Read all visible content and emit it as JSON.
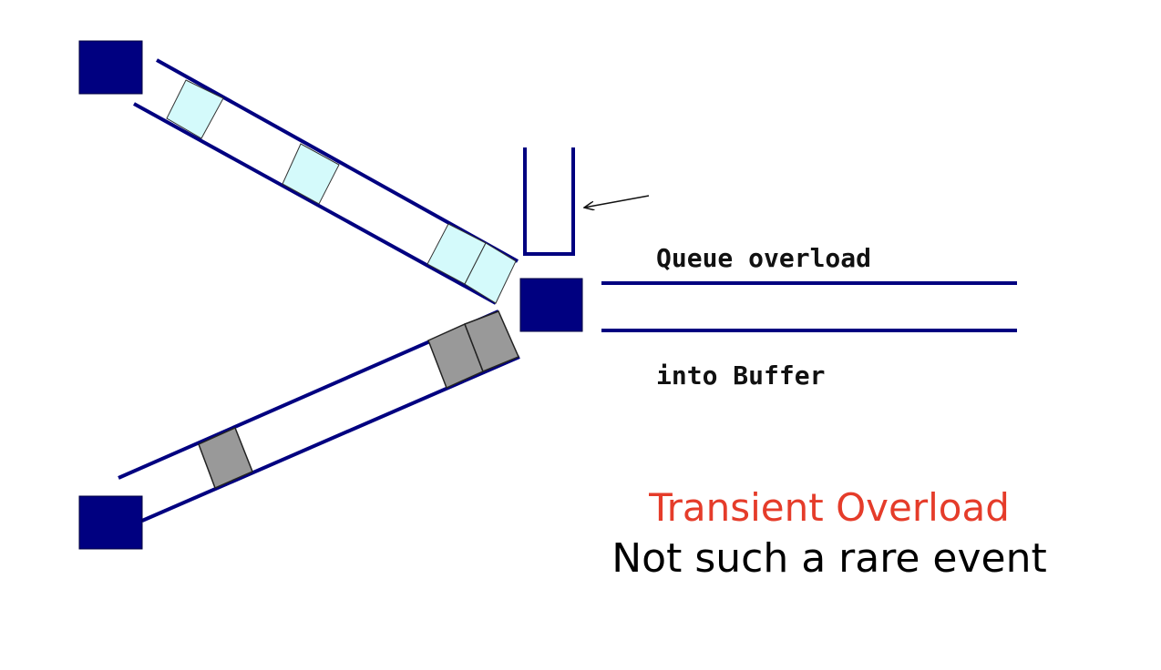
{
  "colors": {
    "router": "#000080",
    "link": "#000080",
    "packet_light": "#d4fafb",
    "packet_dark": "#999999",
    "title": "#e53c2a",
    "text": "#000000"
  },
  "annotation": {
    "line1": "Queue overload",
    "line2": "into Buffer"
  },
  "caption": {
    "title": "Transient Overload",
    "subtitle": "Not such a rare event"
  }
}
